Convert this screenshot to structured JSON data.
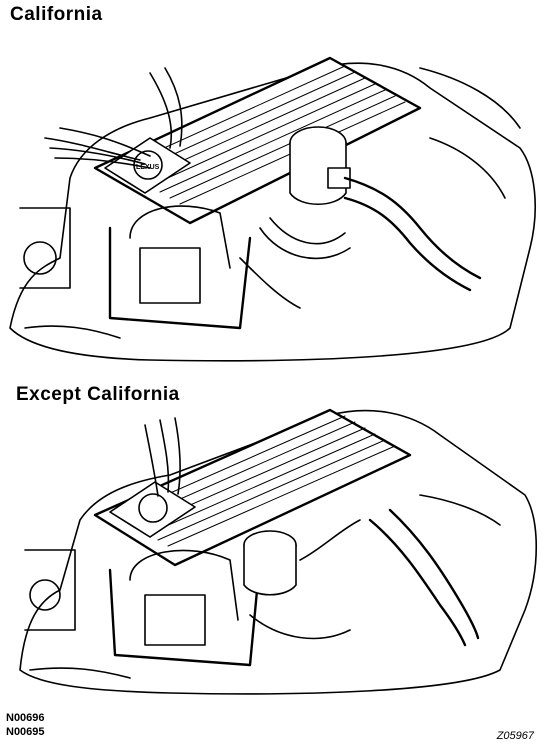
{
  "headings": {
    "top": "California",
    "bottom": "Except California"
  },
  "codes": {
    "ref_a": "N00696",
    "ref_b": "N00695",
    "figure": "Z05967"
  },
  "labels": {
    "brand_plate": "LEXUS"
  }
}
